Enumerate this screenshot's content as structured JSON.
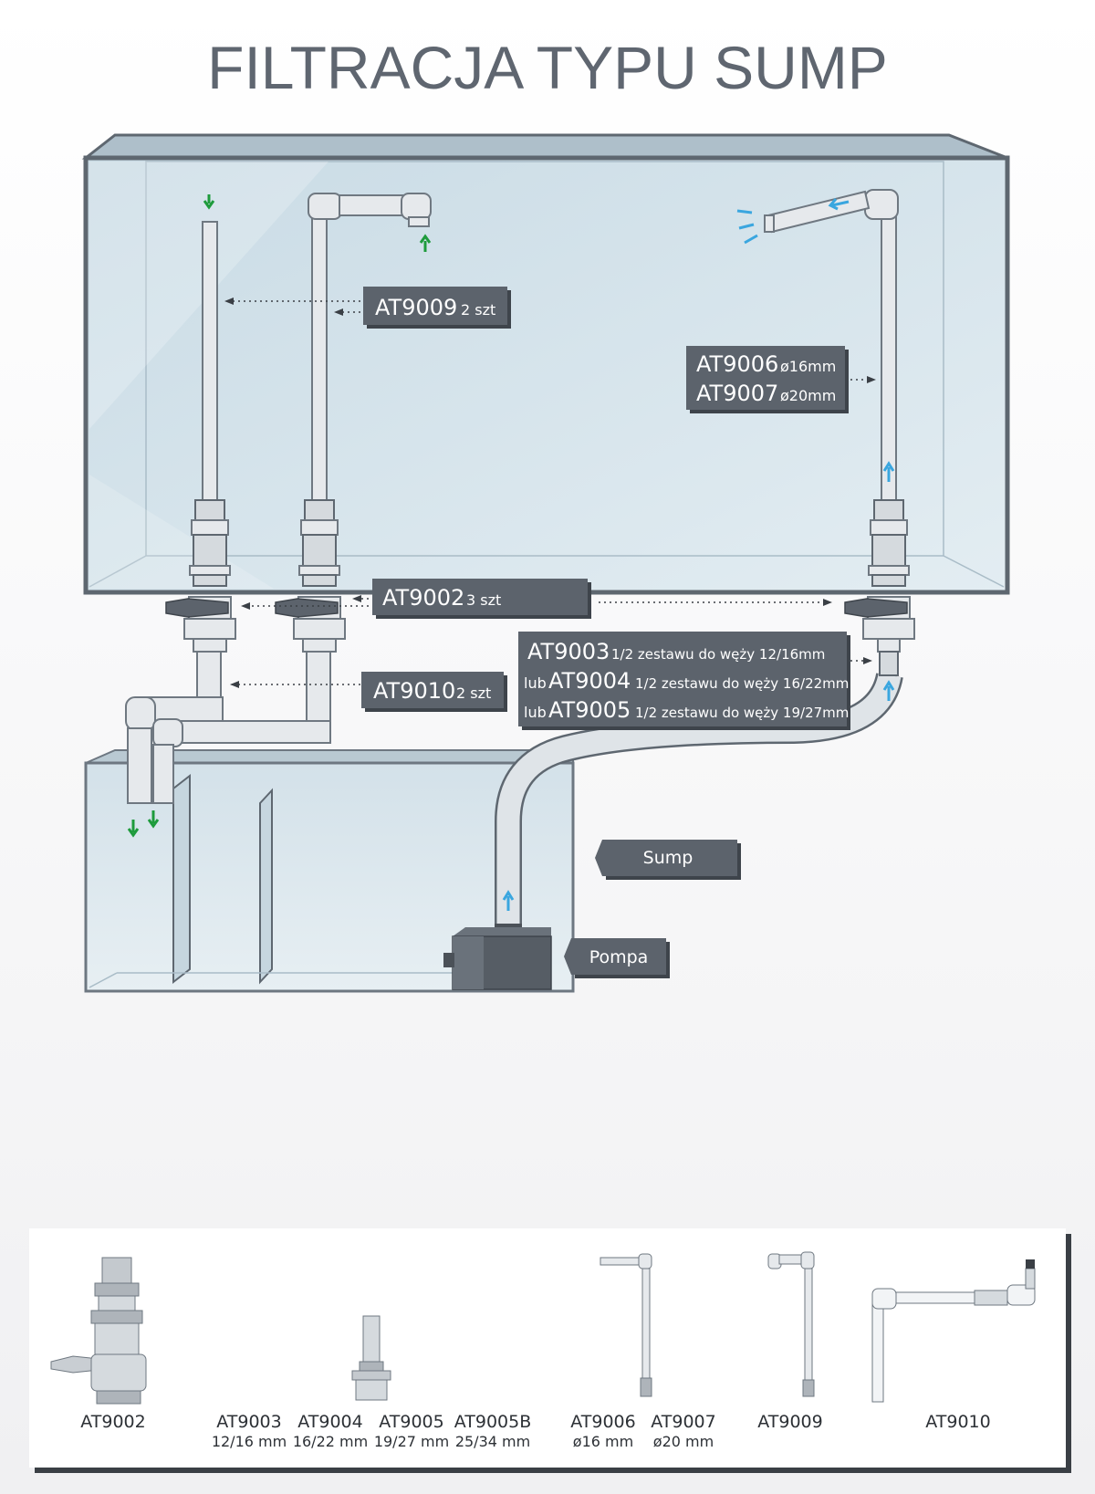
{
  "title": "FILTRACJA  TYPU SUMP",
  "labels": {
    "at9009": {
      "code": "AT9009",
      "note": "2 szt"
    },
    "at9006": {
      "code": "AT9006",
      "note": "ø16mm"
    },
    "at9007": {
      "code": "AT9007",
      "note": "ø20mm"
    },
    "at9002": {
      "code": "AT9002",
      "note": "3 szt"
    },
    "at9010": {
      "code": "AT9010",
      "note": "2 szt"
    },
    "hose": {
      "line1": {
        "prefix": "",
        "code": "AT9003",
        "note": "1/2 zestawu do węży 12/16mm"
      },
      "line2": {
        "prefix": "lub",
        "code": "AT9004",
        "note": "1/2 zestawu do węży 16/22mm"
      },
      "line3": {
        "prefix": "lub",
        "code": "AT9005",
        "note": "1/2 zestawu do węży 19/27mm"
      }
    },
    "sump": "Sump",
    "pompa": "Pompa"
  },
  "parts": {
    "p1": {
      "name": "AT9002",
      "sub": ""
    },
    "p2": {
      "name": "AT9003",
      "sub": "12/16 mm"
    },
    "p3": {
      "name": "AT9004",
      "sub": "16/22 mm"
    },
    "p4": {
      "name": "AT9005",
      "sub": "19/27 mm"
    },
    "p5": {
      "name": "AT9005B",
      "sub": "25/34 mm"
    },
    "p6": {
      "name": "AT9006",
      "sub": "ø16 mm"
    },
    "p7": {
      "name": "AT9007",
      "sub": "ø20 mm"
    },
    "p8": {
      "name": "AT9009",
      "sub": ""
    },
    "p9": {
      "name": "AT9010",
      "sub": ""
    }
  },
  "colors": {
    "title": "#5f6670",
    "label_bg": "#5c636c",
    "glass": "#dbe8ef",
    "arrow_green": "#1e9b3c",
    "arrow_blue": "#3aa6df"
  }
}
